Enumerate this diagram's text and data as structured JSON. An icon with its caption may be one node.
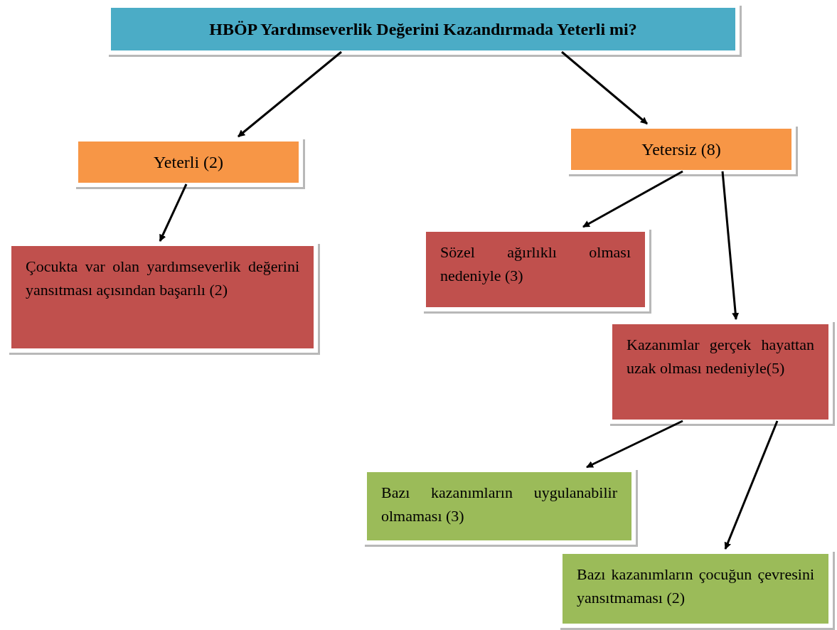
{
  "diagram": {
    "nodes": [
      {
        "text": [
          "HBÖP Yardımseverlik Değerini Kazandırmada Yeterli mi?"
        ]
      },
      {
        "text": [
          "Yeterli (2)"
        ]
      },
      {
        "text": [
          "Yetersiz (8)"
        ]
      },
      {
        "text": [
          "Çocukta var olan yardımseverlik değerini yansıtması açısından başarılı (2)"
        ]
      },
      {
        "text": [
          "Sözel ağırlıklı olması nedeniyle (3)"
        ]
      },
      {
        "text": [
          "Kazanımlar gerçek hayattan uzak olması nedeniyle(5)"
        ]
      },
      {
        "text": [
          "Bazı kazanımların uygulanabilir olmaması (3)"
        ]
      },
      {
        "text": [
          "Bazı kazanımların çocuğun çevresini yansıtmaması (2)"
        ]
      }
    ],
    "edges": [
      {
        "from": 0,
        "to": 1,
        "arrow": "to"
      },
      {
        "from": 0,
        "to": 2,
        "arrow": "to"
      },
      {
        "from": 1,
        "to": 3,
        "arrow": "to"
      },
      {
        "from": 2,
        "to": 4,
        "arrow": "to"
      },
      {
        "from": 2,
        "to": 5,
        "arrow": "to"
      },
      {
        "from": 5,
        "to": 6,
        "arrow": "to"
      },
      {
        "from": 5,
        "to": 7,
        "arrow": "to"
      }
    ]
  }
}
